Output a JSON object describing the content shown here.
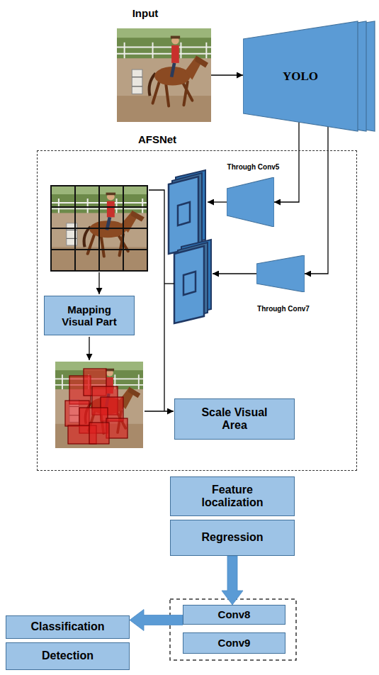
{
  "diagram": {
    "nodes": [
      {
        "text": [
          "Input"
        ]
      },
      {
        "text": [
          "YOLO"
        ]
      },
      {
        "text": [
          "AFSNet"
        ]
      },
      {
        "text": [
          "Through Conv5"
        ],
        "in": 2
      },
      {
        "text": [
          "Through Conv7"
        ],
        "in": 2
      },
      {
        "text": [
          "Mapping Visual Part"
        ],
        "in": 2
      },
      {
        "text": [
          "Scale Visual Area"
        ],
        "in": 2
      },
      {
        "text": [
          "Feature localization"
        ]
      },
      {
        "text": [
          "Regression"
        ]
      },
      {
        "text": [
          "Conv8"
        ]
      },
      {
        "text": [
          "Conv9"
        ]
      },
      {
        "text": [
          "Classification"
        ]
      },
      {
        "text": [
          "Detection"
        ]
      }
    ],
    "edges": [
      {
        "from": 0,
        "to": 1,
        "arrow": "to"
      },
      {
        "from": 1,
        "to": 3,
        "arrow": "to"
      },
      {
        "from": 1,
        "to": 4,
        "arrow": "to"
      },
      {
        "from": 8,
        "to": 9,
        "arrow": "to"
      },
      {
        "from": 9,
        "to": 11,
        "arrow": "to"
      }
    ]
  }
}
